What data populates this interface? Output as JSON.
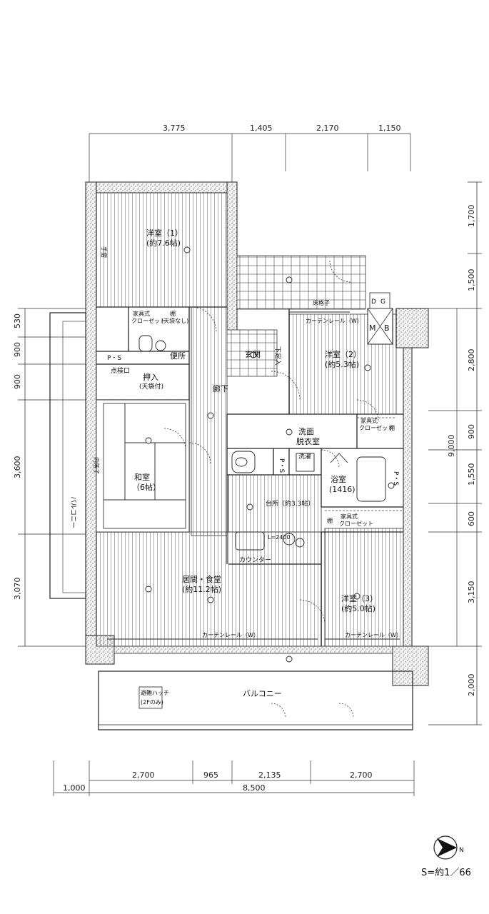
{
  "dimensions": {
    "top": [
      "3,775",
      "1,405",
      "2,170",
      "1,150"
    ],
    "bottom_row1": [
      "2,700",
      "965",
      "2,135",
      "2,700"
    ],
    "bottom_row2_left": "1,000",
    "bottom_row2_total": "8,500",
    "right": [
      "1,700",
      "1,500",
      "2,800",
      "900",
      "1,550",
      "600",
      "3,150",
      "2,000"
    ],
    "right_total": "9,000",
    "left": [
      "530",
      "900",
      "900",
      "3,600",
      "3,070"
    ]
  },
  "rooms": {
    "western1": {
      "name": "洋室（1）",
      "size": "(約7.6帖)"
    },
    "western2": {
      "name": "洋室（2）",
      "size": "(約5.3帖)"
    },
    "western3": {
      "name": "洋室（3）",
      "size": "(約5.0帖)"
    },
    "washitsu": {
      "name": "和室",
      "size": "（6帖）"
    },
    "ldk": {
      "name": "居間・食堂",
      "size": "(約11.2帖)"
    },
    "kitchen": "台所（約3.3帖）",
    "wash1": "洗面",
    "wash2": "脱衣室",
    "bath": "浴室",
    "bath_size": "(1416)",
    "entrance": "玄関",
    "corridor": "廊下",
    "toilet": "便所",
    "oshiire": "押入",
    "oshiire_note": "(天袋付)",
    "tenkenguchi": "点検口",
    "balcony_left": "バルコニー",
    "balcony_bottom": "バルコニー",
    "shoe_box": "下足入",
    "laundry": "洗濯",
    "ps": "P・S",
    "counter": "カウンター",
    "kitchen_l": "L=2400",
    "mb": "M",
    "mb2": "B",
    "dg": "D",
    "dg2": "G",
    "closet_furn": "家具式",
    "closet": "クローゼット",
    "shelf": "棚",
    "shelf_note": "(天袋なし)",
    "curtain_w": "カーテンレール（W）",
    "hatch1": "避難ハッチ",
    "hatch2": "(2Fのみ)",
    "spandrel": "床格子",
    "naibashigo": "内階子",
    "tesuri": "手摺"
  },
  "scale": "S=約1／66",
  "compass": {
    "label": "N"
  }
}
